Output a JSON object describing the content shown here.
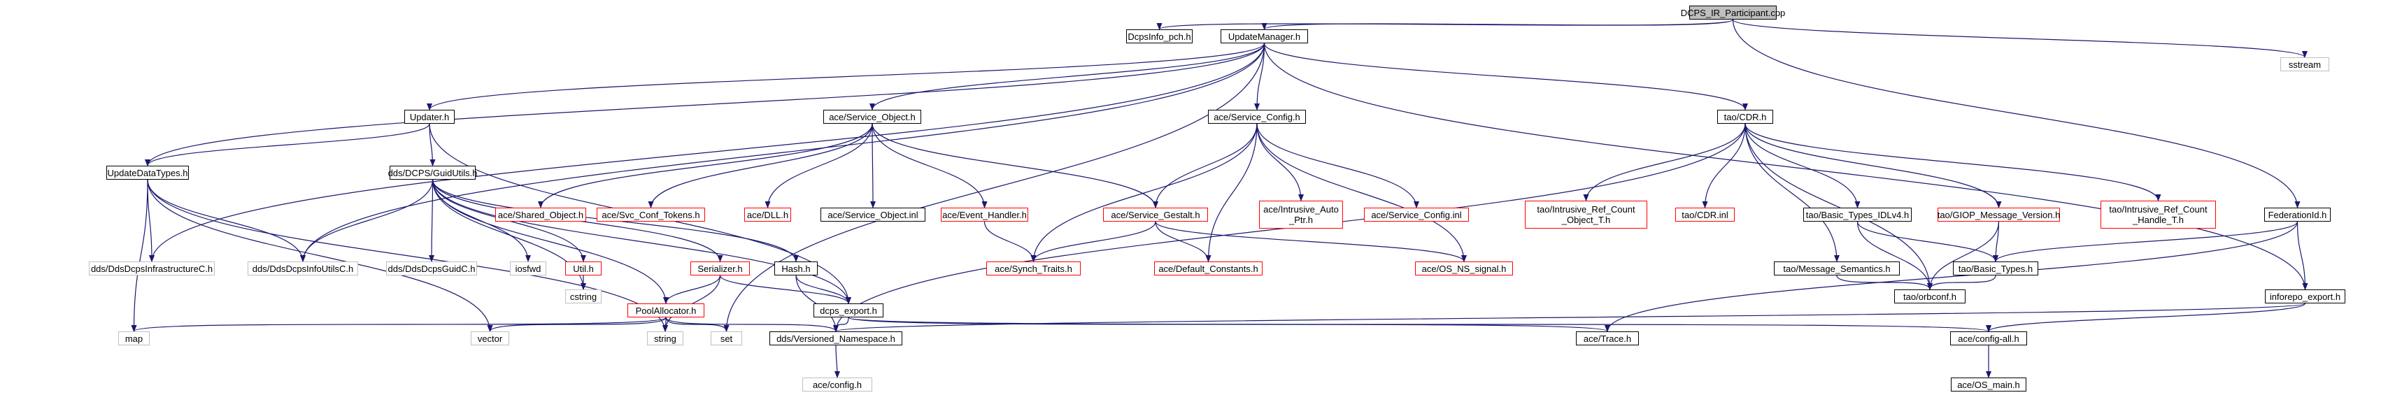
{
  "diagram": {
    "colors": {
      "edge": "#191970",
      "node_border": "#000000",
      "missing_border": "#ff0000",
      "system_border": "#bfbfbf",
      "root_fill": "#bfbfbf"
    },
    "nodes": {
      "root": "DCPS_IR_Participant.cpp",
      "dcpsinfo_pch": "DcpsInfo_pch.h",
      "updatemanager": "UpdateManager.h",
      "sstream": "sstream",
      "updater": "Updater.h",
      "service_object": "ace/Service_Object.h",
      "service_config": "ace/Service_Config.h",
      "tao_cdr": "tao/CDR.h",
      "federationid": "FederationId.h",
      "updatedatatypes": "UpdateDataTypes.h",
      "guidutils": "dds/DCPS/GuidUtils.h",
      "shared_object": "ace/Shared_Object.h",
      "svc_conf_tokens": "ace/Svc_Conf_Tokens.h",
      "ace_dll": "ace/DLL.h",
      "service_object_inl": "ace/Service_Object.inl",
      "event_handler": "ace/Event_Handler.h",
      "service_gestalt": "ace/Service_Gestalt.h",
      "intrusive_auto_ptr": "ace/Intrusive_Auto\n_Ptr.h",
      "service_config_inl": "ace/Service_Config.inl",
      "intrusive_ref_count_object": "tao/Intrusive_Ref_Count\n_Object_T.h",
      "tao_cdr_inl": "tao/CDR.inl",
      "basic_types_idlv4": "tao/Basic_Types_IDLv4.h",
      "giop_message_version": "tao/GIOP_Message_Version.h",
      "intrusive_ref_count_handle": "tao/Intrusive_Ref_Count\n_Handle_T.h",
      "infrastructurec": "dds/DdsDcpsInfrastructureC.h",
      "infoutilsc": "dds/DdsDcpsInfoUtilsC.h",
      "guidc": "dds/DdsDcpsGuidC.h",
      "iosfwd": "iosfwd",
      "util": "Util.h",
      "serializer": "Serializer.h",
      "hash": "Hash.h",
      "synch_traits": "ace/Synch_Traits.h",
      "default_constants": "ace/Default_Constants.h",
      "os_ns_signal": "ace/OS_NS_signal.h",
      "message_semantics": "tao/Message_Semantics.h",
      "basic_types": "tao/Basic_Types.h",
      "orbconf": "tao/orbconf.h",
      "inforepo_export": "inforepo_export.h",
      "cstring": "cstring",
      "poolallocator": "PoolAllocator.h",
      "dcps_export": "dcps_export.h",
      "map": "map",
      "vector": "vector",
      "string": "string",
      "set": "set",
      "versioned_namespace": "dds/Versioned_Namespace.h",
      "ace_trace": "ace/Trace.h",
      "config_all": "ace/config-all.h",
      "ace_config": "ace/config.h",
      "os_main": "ace/OS_main.h"
    },
    "edges": [
      [
        "root",
        "dcpsinfo_pch"
      ],
      [
        "root",
        "updatemanager"
      ],
      [
        "root",
        "sstream"
      ],
      [
        "root",
        "federationid"
      ],
      [
        "updatemanager",
        "updater"
      ],
      [
        "updatemanager",
        "service_object"
      ],
      [
        "updatemanager",
        "service_config"
      ],
      [
        "updatemanager",
        "tao_cdr"
      ],
      [
        "updatemanager",
        "updatedatatypes"
      ],
      [
        "updatemanager",
        "infrastructurec"
      ],
      [
        "updatemanager",
        "infoutilsc"
      ],
      [
        "updatemanager",
        "inforepo_export"
      ],
      [
        "updatemanager",
        "set"
      ],
      [
        "updater",
        "updatedatatypes"
      ],
      [
        "updater",
        "guidutils"
      ],
      [
        "updater",
        "dcps_export"
      ],
      [
        "updatedatatypes",
        "infrastructurec"
      ],
      [
        "updatedatatypes",
        "infoutilsc"
      ],
      [
        "updatedatatypes",
        "map"
      ],
      [
        "updatedatatypes",
        "vector"
      ],
      [
        "updatedatatypes",
        "string"
      ],
      [
        "guidutils",
        "infoutilsc"
      ],
      [
        "guidutils",
        "guidc"
      ],
      [
        "guidutils",
        "iosfwd"
      ],
      [
        "guidutils",
        "util"
      ],
      [
        "guidutils",
        "serializer"
      ],
      [
        "guidutils",
        "hash"
      ],
      [
        "guidutils",
        "dcps_export"
      ],
      [
        "guidutils",
        "poolallocator"
      ],
      [
        "guidutils",
        "cstring"
      ],
      [
        "service_object",
        "shared_object"
      ],
      [
        "service_object",
        "svc_conf_tokens"
      ],
      [
        "service_object",
        "ace_dll"
      ],
      [
        "service_object",
        "service_object_inl"
      ],
      [
        "service_object",
        "event_handler"
      ],
      [
        "service_object",
        "service_gestalt"
      ],
      [
        "event_handler",
        "synch_traits"
      ],
      [
        "service_config",
        "service_gestalt"
      ],
      [
        "service_config",
        "synch_traits"
      ],
      [
        "service_config",
        "intrusive_auto_ptr"
      ],
      [
        "service_config",
        "service_config_inl"
      ],
      [
        "service_config",
        "default_constants"
      ],
      [
        "service_config",
        "os_ns_signal"
      ],
      [
        "service_gestalt",
        "synch_traits"
      ],
      [
        "service_gestalt",
        "default_constants"
      ],
      [
        "service_gestalt",
        "os_ns_signal"
      ],
      [
        "tao_cdr",
        "intrusive_ref_count_object"
      ],
      [
        "tao_cdr",
        "tao_cdr_inl"
      ],
      [
        "tao_cdr",
        "basic_types_idlv4"
      ],
      [
        "tao_cdr",
        "giop_message_version"
      ],
      [
        "tao_cdr",
        "intrusive_ref_count_handle"
      ],
      [
        "tao_cdr",
        "message_semantics"
      ],
      [
        "tao_cdr",
        "orbconf"
      ],
      [
        "tao_cdr",
        "versioned_namespace"
      ],
      [
        "basic_types_idlv4",
        "basic_types"
      ],
      [
        "basic_types_idlv4",
        "orbconf"
      ],
      [
        "giop_message_version",
        "basic_types"
      ],
      [
        "giop_message_version",
        "orbconf"
      ],
      [
        "message_semantics",
        "orbconf"
      ],
      [
        "basic_types",
        "orbconf"
      ],
      [
        "federationid",
        "basic_types"
      ],
      [
        "federationid",
        "inforepo_export"
      ],
      [
        "federationid",
        "ace_trace"
      ],
      [
        "inforepo_export",
        "config_all"
      ],
      [
        "inforepo_export",
        "versioned_namespace"
      ],
      [
        "util",
        "cstring"
      ],
      [
        "serializer",
        "poolallocator"
      ],
      [
        "serializer",
        "dcps_export"
      ],
      [
        "serializer",
        "string"
      ],
      [
        "hash",
        "dcps_export"
      ],
      [
        "hash",
        "versioned_namespace"
      ],
      [
        "poolallocator",
        "map"
      ],
      [
        "poolallocator",
        "vector"
      ],
      [
        "poolallocator",
        "string"
      ],
      [
        "poolallocator",
        "set"
      ],
      [
        "poolallocator",
        "versioned_namespace"
      ],
      [
        "dcps_export",
        "versioned_namespace"
      ],
      [
        "dcps_export",
        "ace_trace"
      ],
      [
        "dcps_export",
        "config_all"
      ],
      [
        "versioned_namespace",
        "ace_config"
      ],
      [
        "config_all",
        "os_main"
      ]
    ]
  }
}
